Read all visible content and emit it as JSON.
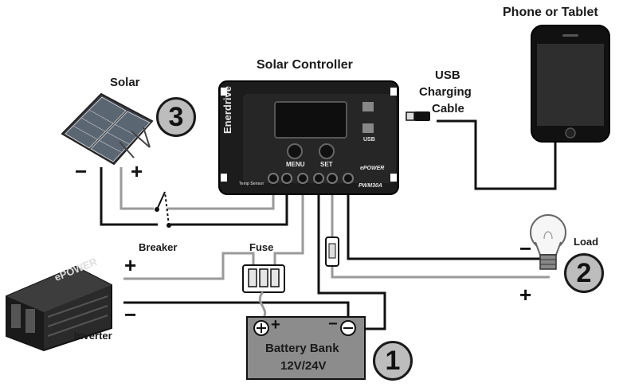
{
  "labels": {
    "phone": "Phone or Tablet",
    "controller": "Solar Controller",
    "solar": "Solar",
    "usb_line1": "USB",
    "usb_line2": "Charging",
    "usb_line3": "Cable",
    "breaker": "Breaker",
    "fuse": "Fuse",
    "load": "Load",
    "inverter": "Inverter",
    "battery_line1": "Battery Bank",
    "battery_line2": "12V/24V"
  },
  "controller_face": {
    "brand": "Enerdrive",
    "menu": "MENU",
    "set": "SET",
    "usb": "USB",
    "epower": "ePOWER",
    "model": "PWM30A",
    "temp": "Temp Sensor"
  },
  "inverter_face": {
    "brand": "ePOWER"
  },
  "numbers": {
    "battery": "1",
    "load": "2",
    "solar": "3"
  },
  "signs": {
    "plus": "+",
    "minus": "−"
  },
  "colors": {
    "wire_black": "#111111",
    "wire_grey": "#9a9a9a",
    "battery_fill": "#8c8c8c",
    "circle_fill": "#bdbdbd"
  }
}
